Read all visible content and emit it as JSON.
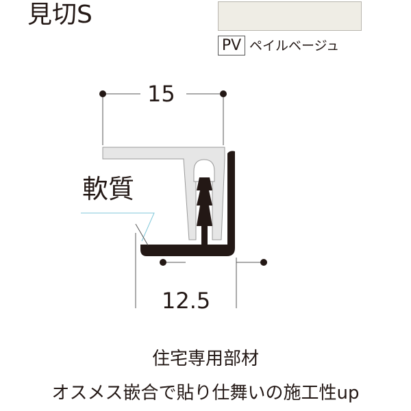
{
  "title": "見切S",
  "color": {
    "code": "PV",
    "name": "ペイルベージュ",
    "swatch": "#efede5"
  },
  "diagram": {
    "dimension_top": "15",
    "dimension_bottom": "12.5",
    "material_label": "軟質",
    "rigid_color": "#231815",
    "soft_color": "#e6e6e6"
  },
  "captions": [
    "住宅専用部材",
    "オスメス嵌合で貼り仕舞いの施工性up"
  ]
}
